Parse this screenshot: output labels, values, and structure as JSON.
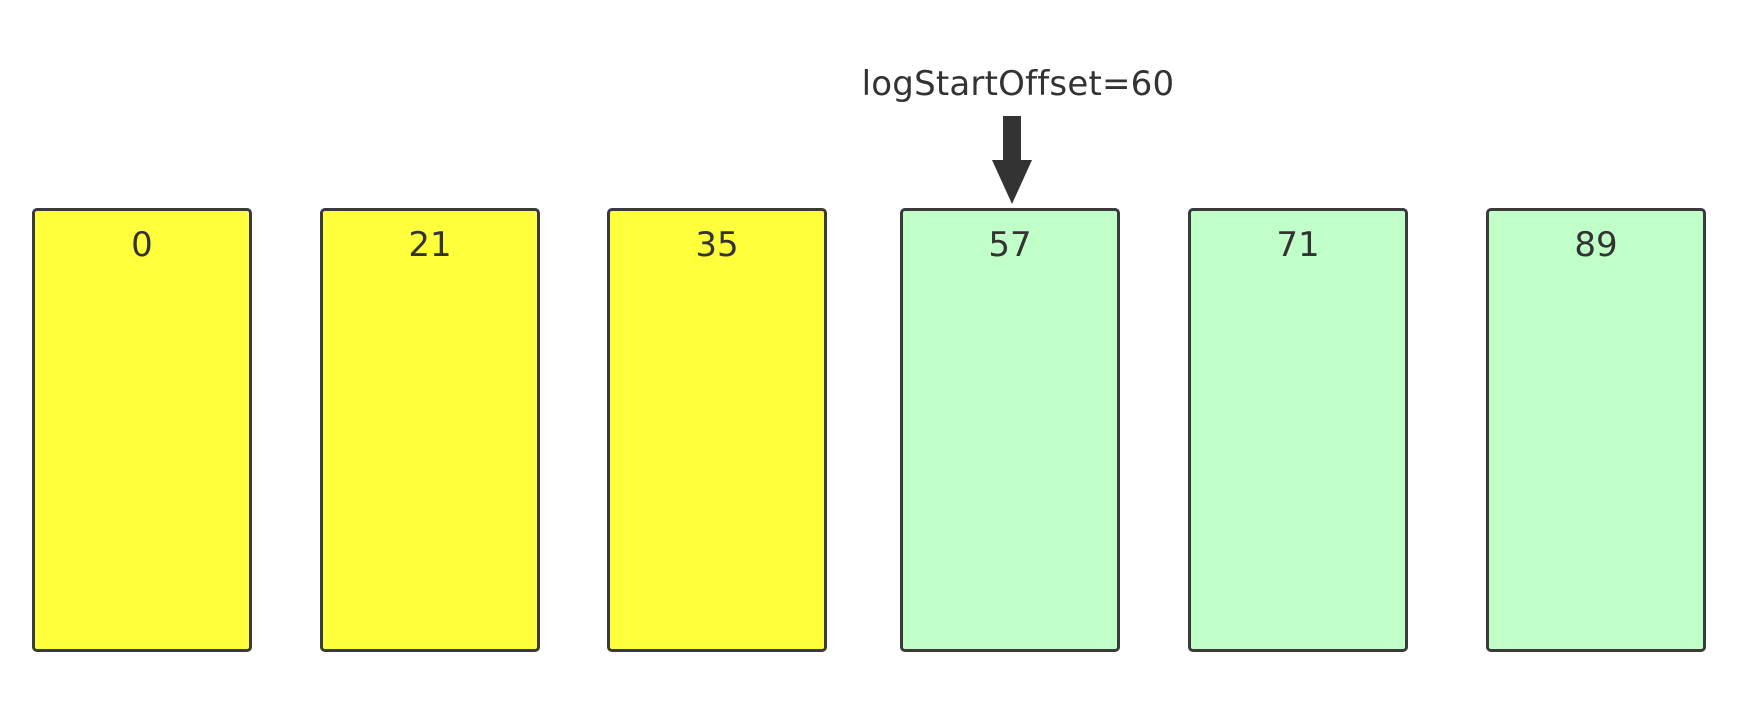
{
  "marker": {
    "label": "logStartOffset=60",
    "color": "#333333"
  },
  "colors": {
    "deleted_fill": "#ffff3c",
    "retained_fill": "#c0ffc8",
    "border": "#3a3a3a"
  },
  "segments": [
    {
      "base_offset": "0",
      "state": "deleted"
    },
    {
      "base_offset": "21",
      "state": "deleted"
    },
    {
      "base_offset": "35",
      "state": "deleted"
    },
    {
      "base_offset": "57",
      "state": "retained"
    },
    {
      "base_offset": "71",
      "state": "retained"
    },
    {
      "base_offset": "89",
      "state": "retained"
    }
  ]
}
